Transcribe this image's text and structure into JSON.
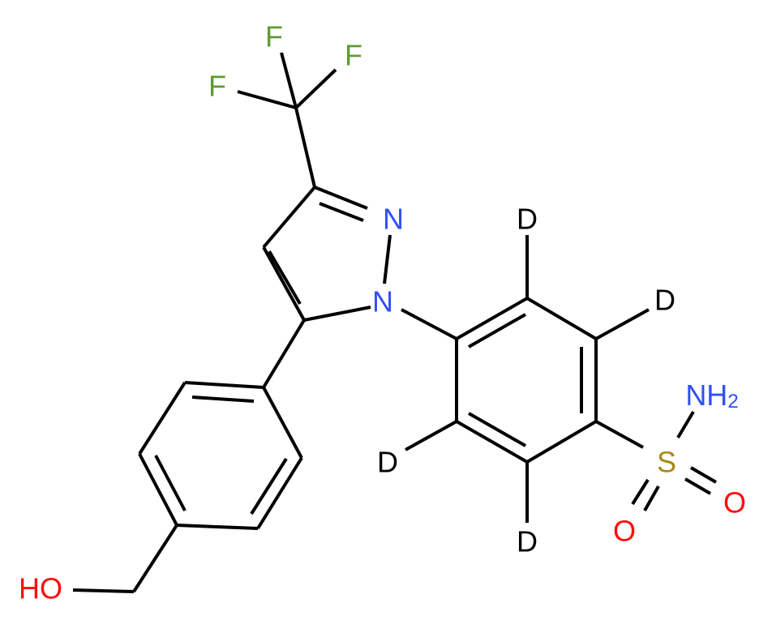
{
  "atoms": {
    "f1": "F",
    "f2": "F",
    "f3": "F",
    "n2": "N",
    "n1": "N",
    "d_top": "D",
    "d_right": "D",
    "d_left": "D",
    "d_bottom": "D",
    "nh2_main": "NH",
    "nh2_sub": "2",
    "s": "S",
    "o_right": "O",
    "o_bottom": "O",
    "ho": "HO"
  },
  "colors": {
    "fluorine": "#5f9a32",
    "nitrogen": "#3050f8",
    "sulfur": "#a88a1a",
    "oxygen": "#ff0d0d",
    "deuterium": "#000000",
    "bond": "#000000"
  }
}
